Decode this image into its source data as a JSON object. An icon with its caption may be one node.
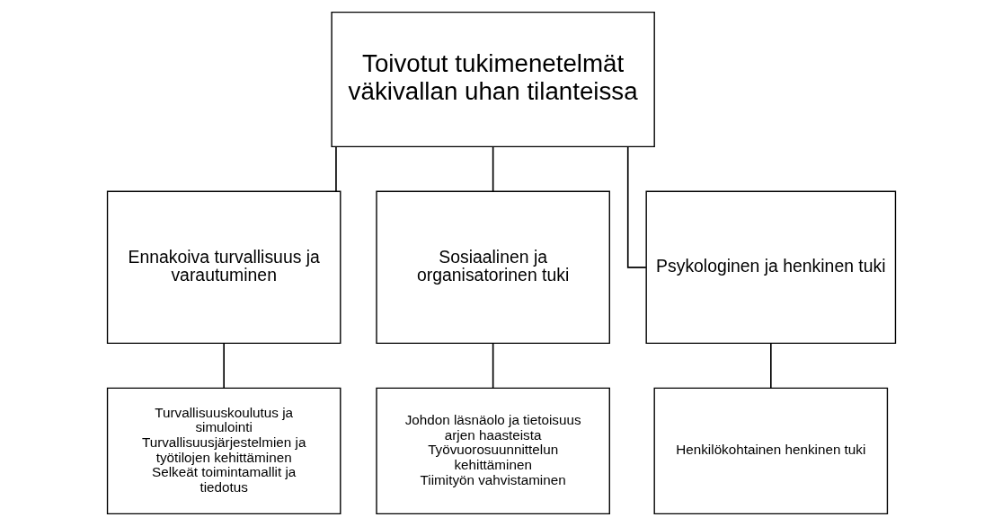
{
  "diagram": {
    "nodes": [
      {
        "text": [
          "Toivotut tukimenetelmät väkivallan uhan tilanteissa"
        ]
      },
      {
        "text": [
          "Ennakoiva turvallisuus ja varautuminen"
        ]
      },
      {
        "text": [
          "Sosiaalinen ja organisatorinen tuki"
        ]
      },
      {
        "text": [
          "Psykologinen ja henkinen tuki"
        ]
      },
      {
        "text": [
          "Turvallisuuskoulutus ja simulointi",
          "Turvallisuusjärjestelmien ja työtilojen kehittäminen",
          "Selkeät toimintamallit ja tiedotus"
        ]
      },
      {
        "text": [
          "Johdon läsnäolo ja tietoisuus arjen haasteista",
          "Työvuorosuunnittelun kehittäminen",
          "Tiimityön vahvistaminen"
        ]
      },
      {
        "text": [
          "Henkilökohtainen henkinen tuki"
        ]
      }
    ],
    "edges": [
      {
        "from": 0,
        "to": 1,
        "arrow": "none"
      },
      {
        "from": 0,
        "to": 2,
        "arrow": "none"
      },
      {
        "from": 0,
        "to": 3,
        "arrow": "none"
      },
      {
        "from": 1,
        "to": 4,
        "arrow": "none"
      },
      {
        "from": 2,
        "to": 5,
        "arrow": "none"
      },
      {
        "from": 3,
        "to": 6,
        "arrow": "none"
      }
    ]
  }
}
